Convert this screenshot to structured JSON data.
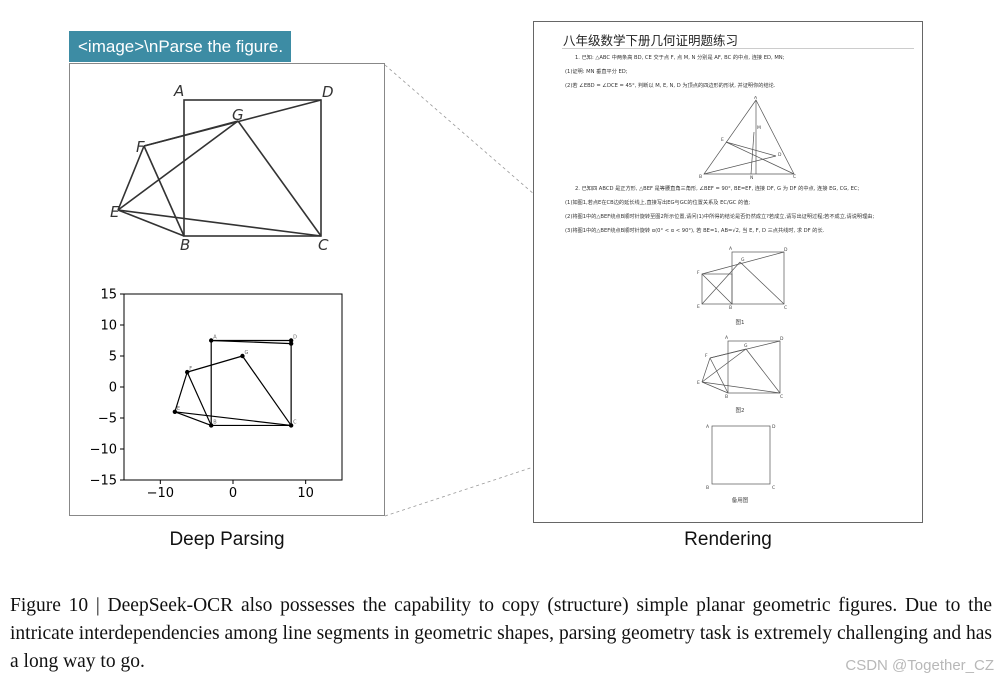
{
  "prompt_tag": "<image>\\nParse the figure.",
  "panels": {
    "left_label": "Deep Parsing",
    "right_label": "Rendering"
  },
  "sketch": {
    "points": {
      "A": "A",
      "D": "D",
      "G": "G",
      "F": "F",
      "E": "E",
      "B": "B",
      "C": "C"
    }
  },
  "parsed_plot": {
    "chart_data": {
      "type": "scatter",
      "title": "",
      "xlabel": "",
      "ylabel": "",
      "xlim": [
        -15,
        15
      ],
      "ylim": [
        -15,
        15
      ],
      "xticks": [
        "−10",
        "0",
        "10"
      ],
      "yticks": [
        "15",
        "10",
        "5",
        "0",
        "−5",
        "−10",
        "−15"
      ],
      "points": [
        {
          "label": "A",
          "x": -3,
          "y": 7.5
        },
        {
          "label": "D",
          "x": 8,
          "y": 7.5
        },
        {
          "label": "",
          "x": 8,
          "y": 7
        },
        {
          "label": "G",
          "x": 1.3,
          "y": 5
        },
        {
          "label": "F",
          "x": -6.3,
          "y": 2.4
        },
        {
          "label": "E",
          "x": -8,
          "y": -4
        },
        {
          "label": "B",
          "x": -3,
          "y": -6.2
        },
        {
          "label": "C",
          "x": 8,
          "y": -6.2
        }
      ],
      "segments": [
        [
          "A",
          "B"
        ],
        [
          "A",
          "D"
        ],
        [
          "D",
          "C"
        ],
        [
          "B",
          "C"
        ],
        [
          "F",
          "G"
        ],
        [
          "G",
          "C"
        ],
        [
          "F",
          "E"
        ],
        [
          "E",
          "B"
        ],
        [
          "E",
          "C"
        ],
        [
          "F",
          "B"
        ]
      ]
    }
  },
  "document": {
    "title": "八年级数学下册几何证明题练习",
    "lines": [
      "1. 已知: △ABC 中两条高 BD, CE 交于点 F, 点 M, N 分别是 AF, BC 的中点, 连接 ED, MN;",
      "(1)证明: MN 垂直平分 ED;",
      "(2)若 ∠EBD = ∠DCE = 45°, 判断以 M, E, N, D 为顶点的四边形的形状, 并证明你的结论.",
      "2. 已知四 ABCD 是正方形, △BEF 是等腰直角三角形, ∠BEF = 90°, BE=EF, 连接 DF, G 为 DF 的中点, 连接 EG, CG, EC;",
      "(1)如图1,若点E在CB边的延长线上,直接写出EG与GC的位置关系及 EC/GC 的值;",
      "(2)将图1中的△BEF绕点B顺时针旋转至图2所示位置,请问(1)中所得的结论是否仍然成立?若成立,请写出证明过程;若不成立,请说明理由;",
      "(3)将图1中的△BEF绕点B顺时针旋转 α(0° < α < 90°), 若 BE=1, AB=√2, 当 E, F, D 三点共线时, 求 DF 的长."
    ],
    "fig_captions": [
      "图1",
      "图2",
      "备用图"
    ]
  },
  "caption": "Figure 10 | DeepSeek-OCR also possesses the capability to copy (structure) simple planar geometric figures. Due to the intricate interdependencies among line segments in geometric shapes, parsing geometry task is extremely challenging and has a long way to go.",
  "watermark": "CSDN @Together_CZ"
}
